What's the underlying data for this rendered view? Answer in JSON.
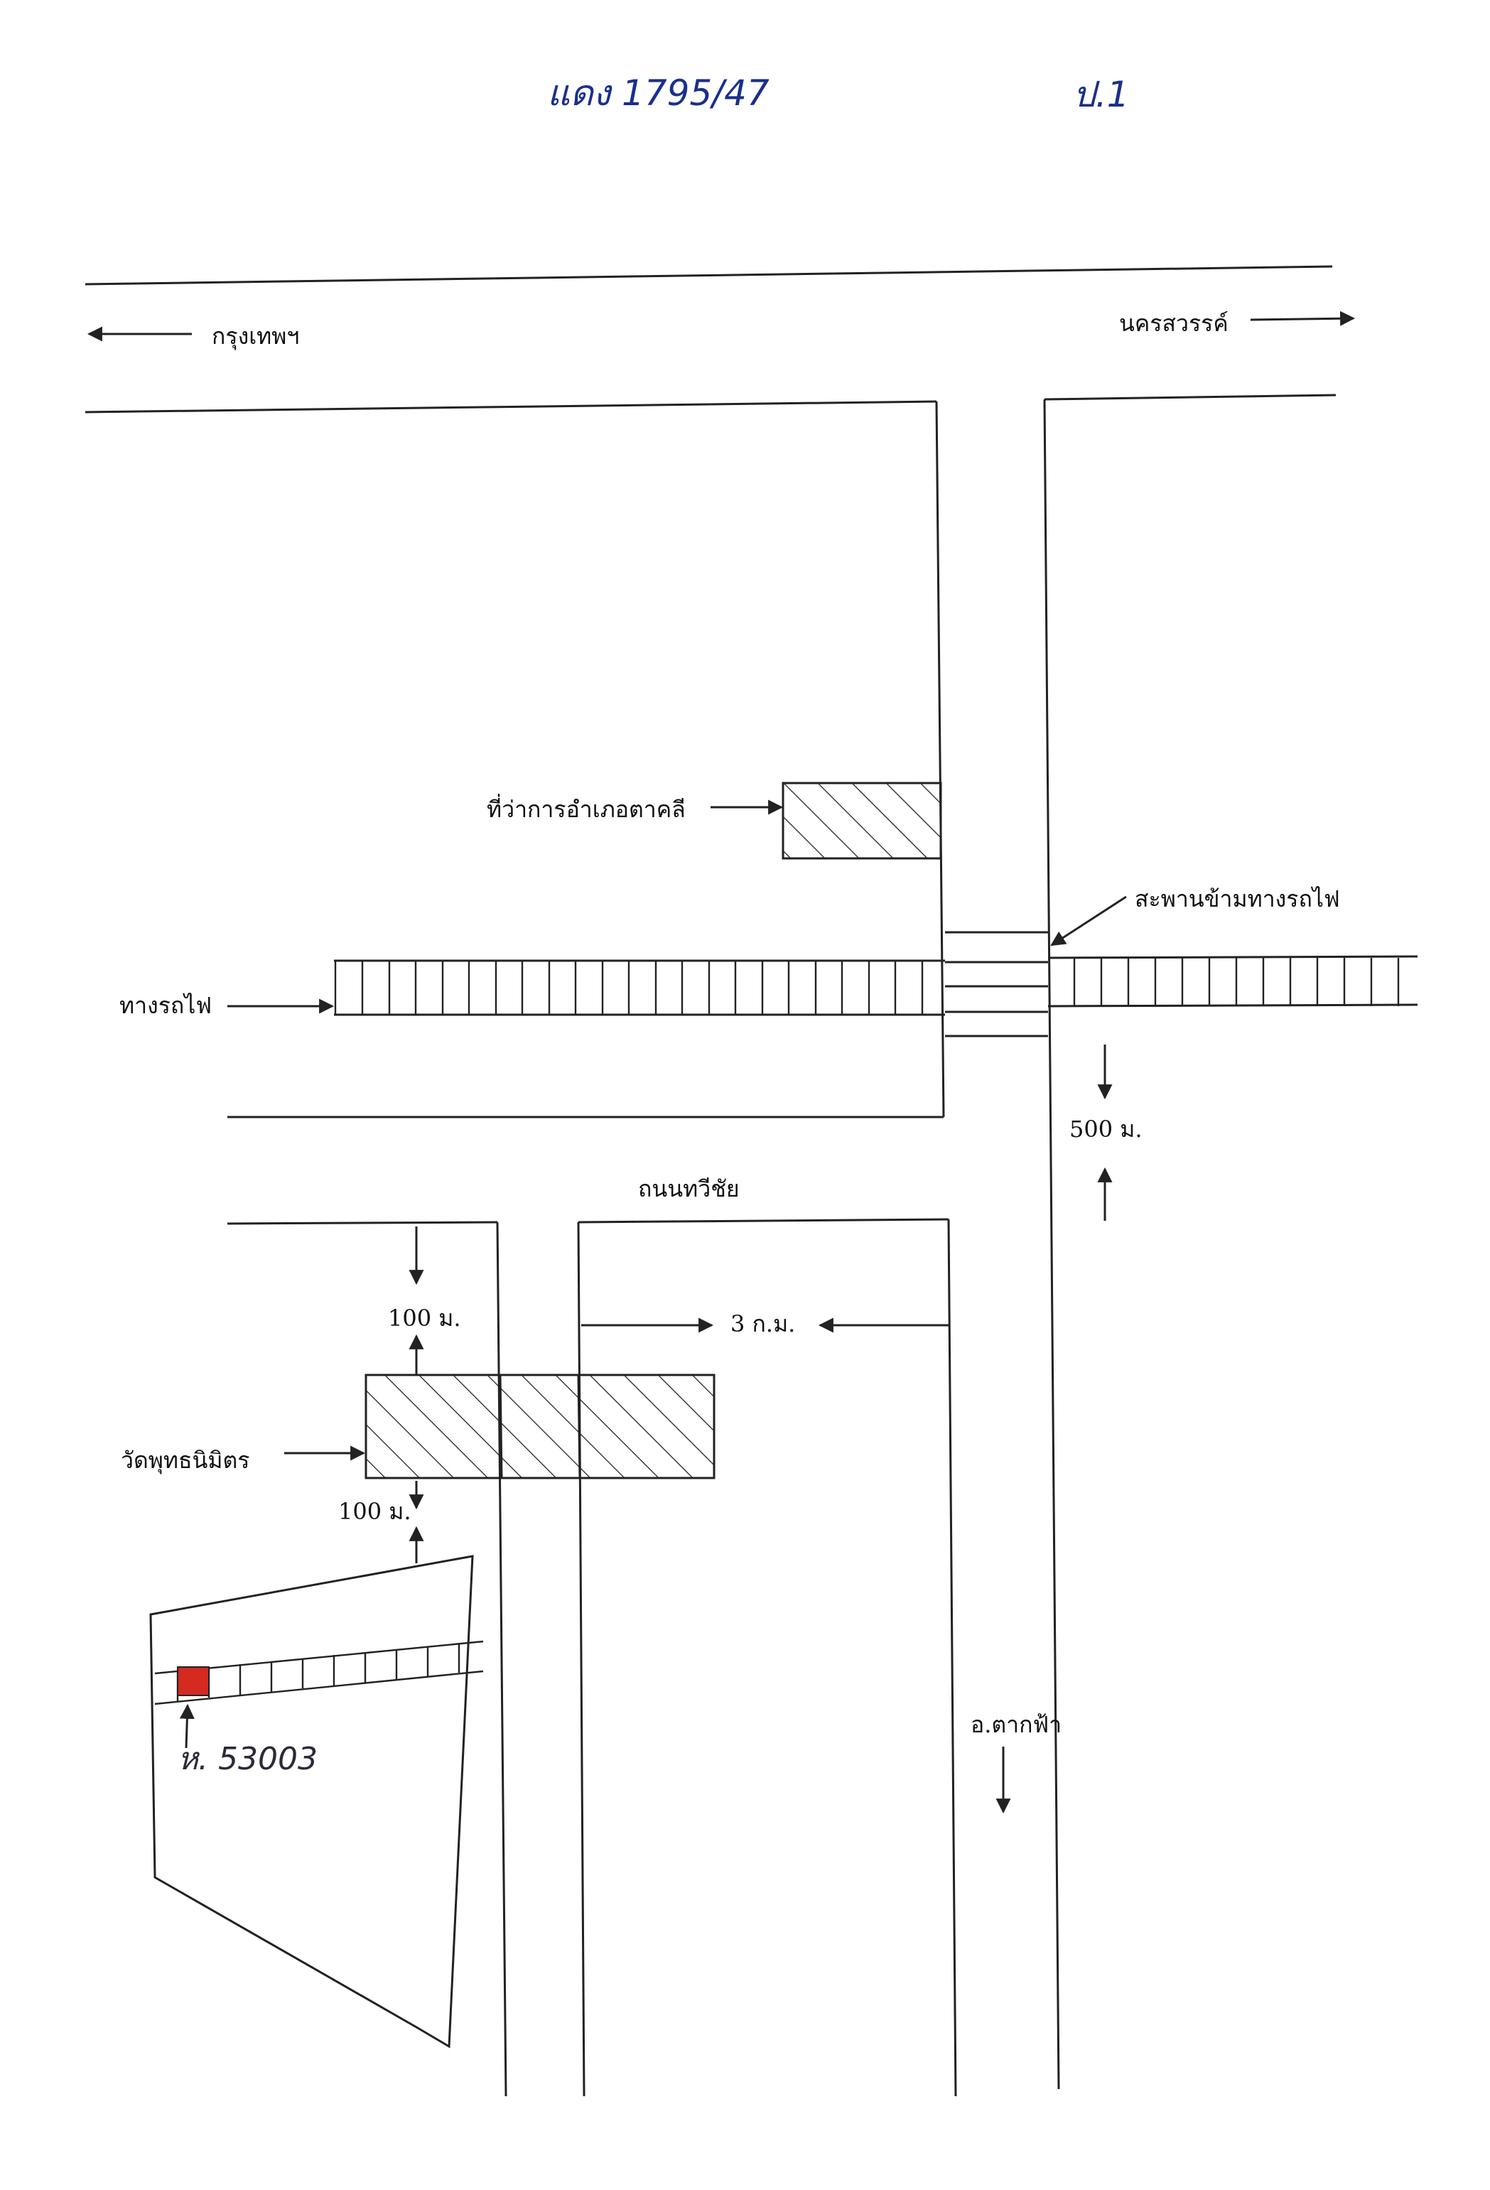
{
  "header": {
    "doc_ref": "แดง 1795/47",
    "page_mark": "ป.1"
  },
  "directions": {
    "bangkok": "กรุงเทพฯ",
    "nakhon_sawan": "นครสวรรค์",
    "tak_fa": "อ.ตากฟ้า"
  },
  "landmarks": {
    "district_office": "ที่ว่าการอำเภอตาคลี",
    "railway_bridge": "สะพานข้ามทางรถไฟ",
    "railway": "ทางรถไฟ",
    "temple": "วัดพุทธนิมิตร",
    "road_name": "ถนนทวีชัย"
  },
  "distances": {
    "to_bridge": "500 ม.",
    "to_temple_top": "100 ม.",
    "to_temple_bottom": "100 ม.",
    "along_road": "3 ก.ม."
  },
  "plot": {
    "label": "ห. 53003",
    "highlight_color": "#d42a1f"
  },
  "colors": {
    "ink": "#222222",
    "pen_blue": "#1a2f8c"
  }
}
